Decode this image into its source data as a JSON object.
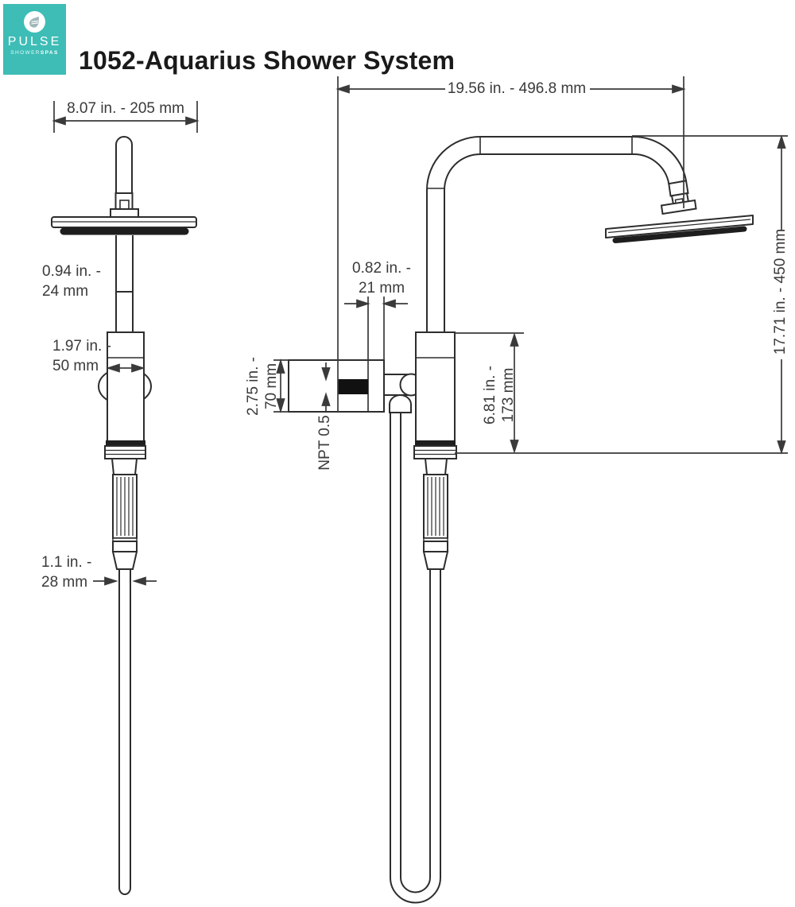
{
  "header": {
    "logo": {
      "brand": "PULSE",
      "sub1": "SHOWER",
      "sub2": "SPAS"
    },
    "title": "1052-Aquarius Shower System"
  },
  "side_view": {
    "head_width": "8.07 in. - 205 mm",
    "pipe_diameter": [
      "0.94 in. -",
      "24 mm"
    ],
    "bracket_diameter": [
      "1.97 in. -",
      "50 mm"
    ],
    "handle_diameter": [
      "1.1 in. -",
      "28 mm"
    ]
  },
  "front_view": {
    "arm_reach": "19.56 in. - 496.8 mm",
    "head_drop": "17.71 in. - 450 mm",
    "wall_offset": [
      "0.82 in. -",
      "21 mm"
    ],
    "supply_height": [
      "2.75 in. -",
      "70 mm"
    ],
    "thread": "NPT 0.5",
    "valve_height": [
      "6.81 in. -",
      "173 mm"
    ]
  },
  "colors": {
    "brand_teal": "#3dbdb6",
    "line": "#2d2d2d",
    "dim_line": "#3a3a3a",
    "fill_dark": "#1e1e1e"
  }
}
